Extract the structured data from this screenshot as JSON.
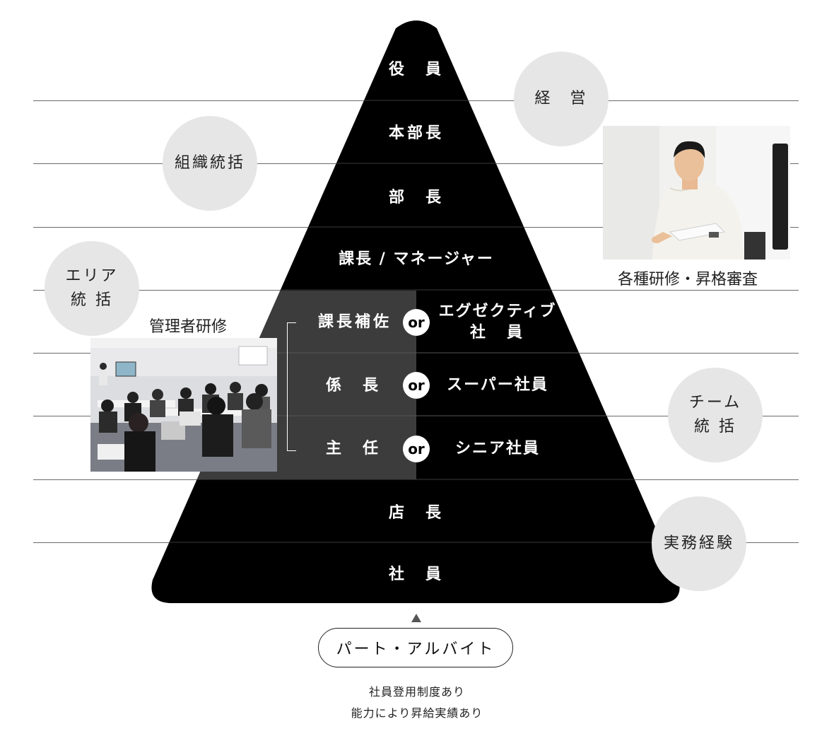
{
  "levels": {
    "yakuin": "役　員",
    "honbucho": "本部長",
    "bucho": "部　長",
    "kacho": "課長 / マネージャー",
    "kacho_hosa": "課長補佐",
    "executive_line1": "エグゼクティブ",
    "executive_line2": "社　員",
    "kakaricho": "係　長",
    "super": "スーパー社員",
    "shunin": "主　任",
    "senior": "シニア社員",
    "tencho": "店　長",
    "shain": "社　員"
  },
  "or_label": "or",
  "circles": {
    "keiei": "経　営",
    "soshiki_tokatsu": "組織統括",
    "area_line1": "エリア",
    "area_line2": "統 括",
    "team_line1": "チーム",
    "team_line2": "統 括",
    "jitsumu": "実務経験"
  },
  "captions": {
    "right_photo": "各種研修・昇格審査",
    "left_photo": "管理者研修"
  },
  "parttime": {
    "label": "パート・アルバイト",
    "note1": "社員登用制度あり",
    "note2": "能力により昇給実績あり"
  },
  "colors": {
    "pyramid": "#000000",
    "highlight": "#3c3c3c",
    "circle": "#e6e6e6",
    "lines": "#6a6a6a"
  }
}
